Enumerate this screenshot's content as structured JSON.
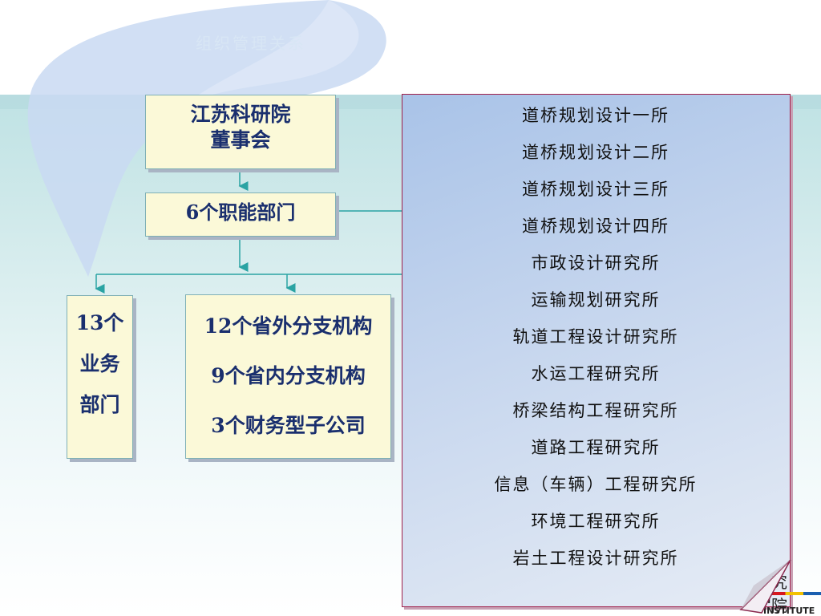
{
  "watermark": "组织管理关系",
  "org": {
    "board": {
      "line1": "江苏科研院",
      "line2": "董事会"
    },
    "functional": "6个职能部门",
    "business": {
      "line1": "13个",
      "line2": "业务",
      "line3": "部门"
    },
    "branches": [
      "12个省外分支机构",
      "9个省内分支机构",
      "3个财务型子公司"
    ]
  },
  "institutes": [
    "道桥规划设计一所",
    "道桥规划设计二所",
    "道桥规划设计三所",
    "道桥规划设计四所",
    "市政设计研究所",
    "运输规划研究所",
    "轨道工程设计研究所",
    "水运工程研究所",
    "桥梁结构工程研究所",
    "道路工程研究所",
    "信息（车辆）工程研究所",
    "环境工程研究所",
    "岩土工程设计研究所"
  ],
  "logo": {
    "chars": "究 院",
    "english": "H INSTITUTE"
  },
  "colors": {
    "box_fill": "#fbf9d8",
    "box_text": "#1a2f6e",
    "connector": "#2aa3a3",
    "panel_border": "#a0204a",
    "panel_fill": "#a9c3e8"
  }
}
